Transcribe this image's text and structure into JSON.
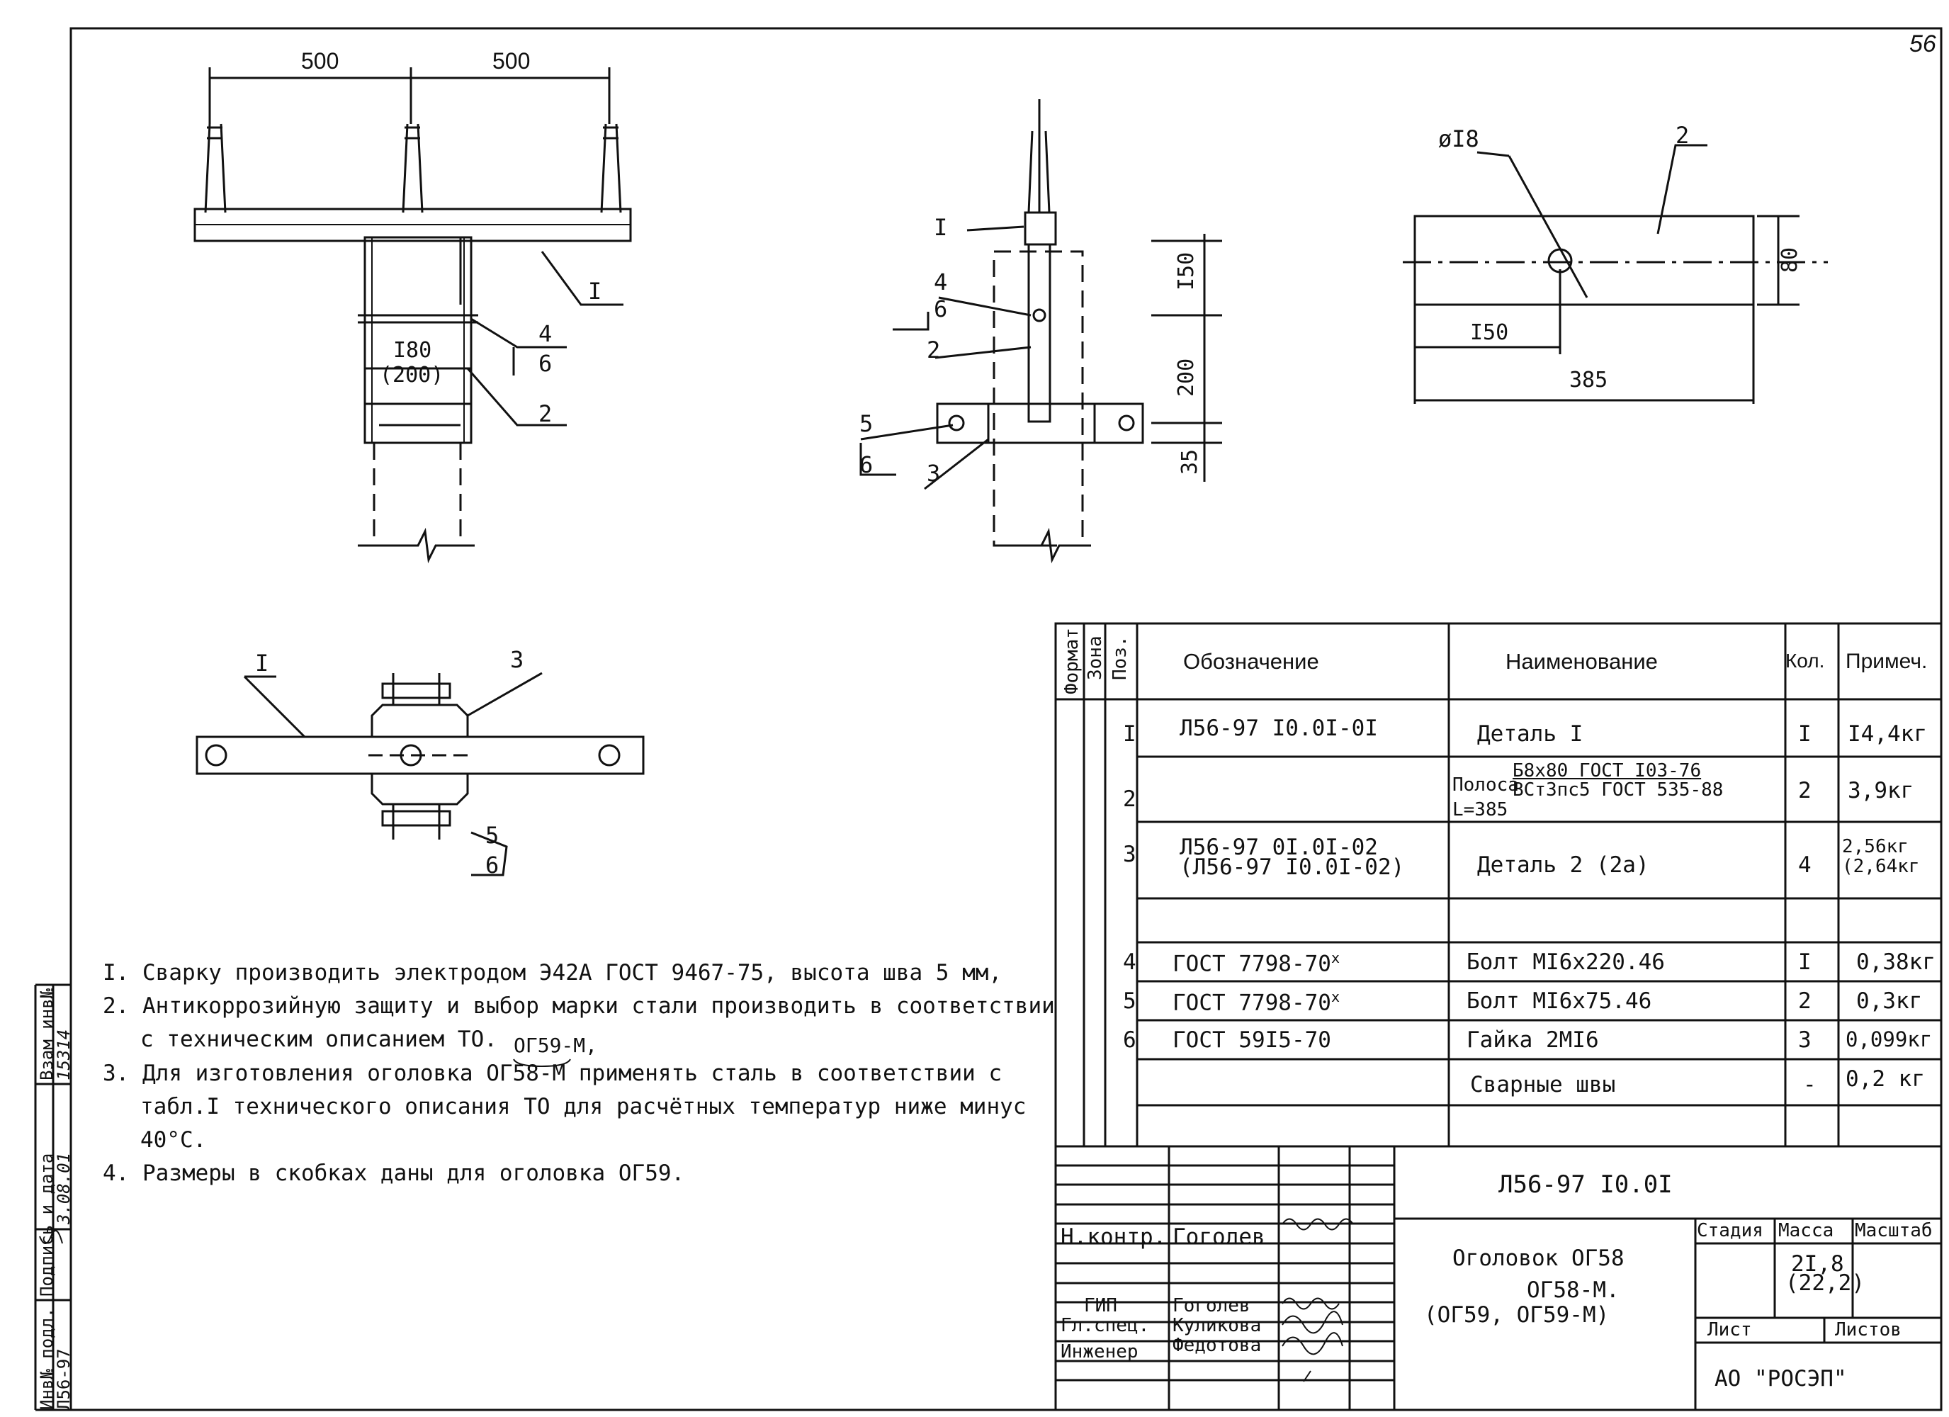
{
  "page_number": "56",
  "drawing": {
    "front_view": {
      "dim_left": "500",
      "dim_right": "500",
      "dim_inner": "I80",
      "dim_inner_alt": "(200)",
      "callout_1": "I",
      "callout_2": "2",
      "callout_4": "4",
      "callout_6": "6"
    },
    "side_view": {
      "callout_1": "I",
      "callout_4": "4",
      "callout_6a": "6",
      "callout_2": "2",
      "callout_5": "5",
      "callout_6b": "6",
      "callout_3": "3",
      "dim_150": "I50",
      "dim_200": "200",
      "dim_35": "35"
    },
    "plan_view": {
      "callout_1": "I",
      "callout_3": "3",
      "callout_5": "5",
      "callout_6": "6"
    },
    "plate": {
      "hole": "øI8",
      "callout_2": "2",
      "dim_80": "80",
      "dim_150": "I50",
      "dim_385": "385"
    }
  },
  "notes": [
    "I. Сварку производить электродом Э42А ГОСТ 9467-75, высота шва 5 мм,",
    "2. Антикоррозийную защиту и выбор марки стали производить в соответствии",
    "с техническим описанием ТО.",
    "3. Для изготовления оголовка ОГ58-М применять сталь в соответствии с",
    "табл.I технического описания ТО для расчётных температур ниже минус",
    "40°С.",
    "4. Размеры в скобках даны для оголовка ОГ59."
  ],
  "note_insert": "ОГ59-М,",
  "spec_table": {
    "headers": {
      "format": "Формат",
      "zone": "Зона",
      "pos": "Поз.",
      "designation": "Обозначение",
      "name": "Наименование",
      "qty": "Кол.",
      "note": "Примеч."
    },
    "rows": [
      {
        "pos": "I",
        "designation": "Л56-97 I0.0I-0I",
        "designation2": "",
        "name": "Деталь I",
        "name2": "",
        "name3": "",
        "qty": "I",
        "note": "I4,4кг",
        "note2": ""
      },
      {
        "pos": "2",
        "designation": "",
        "designation2": "",
        "name": "Полоса",
        "name2": "Б8х80 ГОСТ I03-76",
        "name3": "ВСт3пс5 ГОСТ 535-88",
        "name4": "L=385",
        "qty": "2",
        "note": "3,9кг",
        "note2": ""
      },
      {
        "pos": "3",
        "designation": "Л56-97 0I.0I-02",
        "designation2": "(Л56-97 I0.0I-02)",
        "name": "Деталь 2 (2а)",
        "name2": "",
        "name3": "",
        "qty": "4",
        "note": "2,56кг",
        "note2": "(2,64кг"
      },
      {
        "pos": "",
        "designation": "",
        "designation2": "",
        "name": "",
        "name2": "",
        "name3": "",
        "qty": "",
        "note": "",
        "note2": ""
      },
      {
        "pos": "4",
        "designation": "ГОСТ 7798-70",
        "sup": "х",
        "designation2": "",
        "name": "Болт МI6х220.46",
        "name2": "",
        "name3": "",
        "qty": "I",
        "note": "0,38кг",
        "note2": ""
      },
      {
        "pos": "5",
        "designation": "ГОСТ 7798-70",
        "sup": "х",
        "designation2": "",
        "name": "Болт МI6х75.46",
        "name2": "",
        "name3": "",
        "qty": "2",
        "note": "0,3кг",
        "note2": ""
      },
      {
        "pos": "6",
        "designation": "ГОСТ 59I5-70",
        "designation2": "",
        "name": "Гайка 2МI6",
        "name2": "",
        "name3": "",
        "qty": "3",
        "note": "0,099кг",
        "note2": ""
      },
      {
        "pos": "",
        "designation": "",
        "designation2": "",
        "name": "Сварные швы",
        "name2": "",
        "name3": "",
        "qty": "-",
        "note": "0,2 кг",
        "note2": ""
      }
    ]
  },
  "title_block": {
    "doc_code": "Л56-97 I0.0I",
    "rows": [
      {
        "role": "Н.контр.",
        "name": "Гоголев"
      },
      {
        "role": "ГИП",
        "name": "Гоголев"
      },
      {
        "role": "Гл.спец.",
        "name": "Куликова"
      },
      {
        "role": "Инженер",
        "name": "Федотова"
      }
    ],
    "title_line1": "Оголовок ОГ58",
    "title_line2": "ОГ58-М.",
    "title_line3": "(ОГ59, ОГ59-М)",
    "stage_label": "Стадия",
    "mass_label": "Масса",
    "scale_label": "Масштаб",
    "mass_value": "2I,8",
    "mass_value2": "(22,2)",
    "sheet_label": "Лист",
    "sheets_label": "Листов",
    "organization": "АО \"РОСЭП\""
  },
  "side_stamp": {
    "inv_label": "Инв№ подл.",
    "inv_value": "Л56-97",
    "sign_label": "Подпись и дата",
    "sign_date": "3.08.01",
    "replace_label": "Взам инв№",
    "replace_value": "15314"
  }
}
